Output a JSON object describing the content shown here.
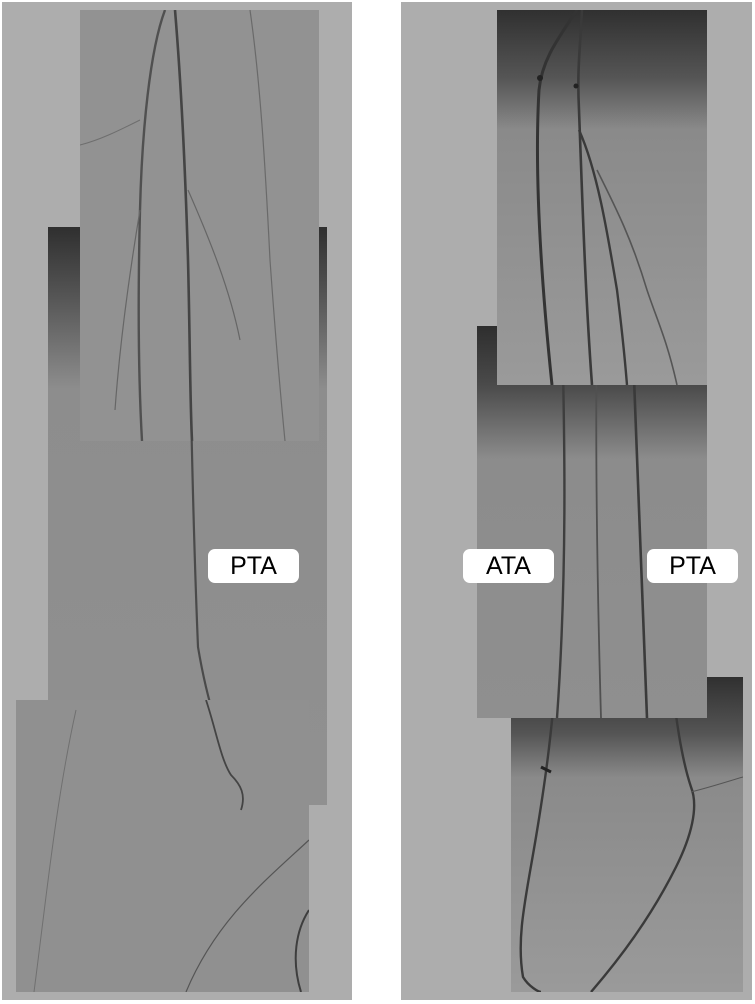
{
  "figure": {
    "left_panel": {
      "labels": [
        {
          "text": "PTA"
        }
      ]
    },
    "right_panel": {
      "labels": [
        {
          "text": "ATA"
        },
        {
          "text": "PTA"
        }
      ]
    }
  },
  "colors": {
    "panel_background": "#adadad",
    "frame_gray": "#8e8e8e",
    "vessel": "#3a3a3a",
    "label_background": "#ffffff",
    "label_text": "#000000"
  }
}
